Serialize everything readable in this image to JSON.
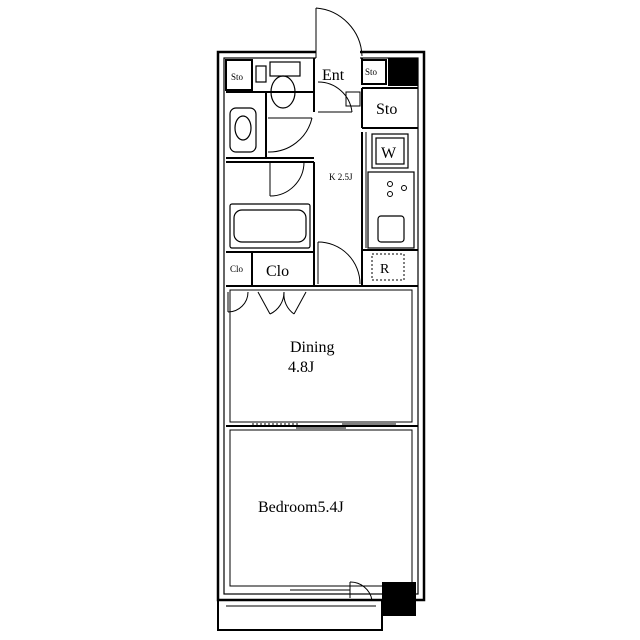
{
  "rooms": {
    "entrance": "Ent",
    "storage_top_left": "Sto",
    "storage_top_right": "Sto",
    "storage_mid": "Sto",
    "washer": "W",
    "kitchen": "K 2.5J",
    "refrigerator": "R",
    "closet_small": "Clo",
    "closet": "Clo",
    "dining_name": "Dining",
    "dining_size": "4.8J",
    "bedroom": "Bedroom5.4J"
  }
}
